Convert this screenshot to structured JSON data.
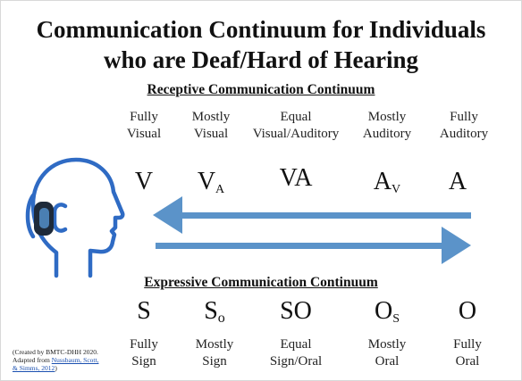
{
  "title": {
    "line1": "Communication Continuum for Individuals",
    "line2": "who are Deaf/Hard of Hearing"
  },
  "receptive": {
    "heading": "Receptive Communication Continuum",
    "items": [
      {
        "line1": "Fully",
        "line2": "Visual",
        "symbol": "V",
        "sub": ""
      },
      {
        "line1": "Mostly",
        "line2": "Visual",
        "symbol": "V",
        "sub": "A"
      },
      {
        "line1": "Equal",
        "line2": "Visual/Auditory",
        "symbol": "VA",
        "sub": ""
      },
      {
        "line1": "Mostly",
        "line2": "Auditory",
        "symbol": "A",
        "sub": "V"
      },
      {
        "line1": "Fully",
        "line2": "Auditory",
        "symbol": "A",
        "sub": ""
      }
    ]
  },
  "expressive": {
    "heading": "Expressive Communication Continuum",
    "items": [
      {
        "line1": "Fully",
        "line2": "Sign",
        "symbol": "S",
        "sub": ""
      },
      {
        "line1": "Mostly",
        "line2": "Sign",
        "symbol": "S",
        "sub": "o"
      },
      {
        "line1": "Equal",
        "line2": "Sign/Oral",
        "symbol": "SO",
        "sub": ""
      },
      {
        "line1": "Mostly",
        "line2": "Oral",
        "symbol": "O",
        "sub": "S"
      },
      {
        "line1": "Fully",
        "line2": "Oral",
        "symbol": "O",
        "sub": ""
      }
    ]
  },
  "credit": {
    "line1": "(Created by BMTC-DHH 2020.",
    "line2": "Adapted from ",
    "link": "Nussbaum, Scott,",
    "line3_link": "& Simms, 2012",
    "line3_end": ")"
  },
  "colors": {
    "arrow": "#5b93c9",
    "head_outline": "#2f6bc4",
    "hearing_aid": "#1e2a3a",
    "hearing_aid_tip": "#4a7fb3"
  },
  "icons": {
    "head": "head-profile-icon",
    "hearing_aid": "hearing-aid-icon"
  }
}
